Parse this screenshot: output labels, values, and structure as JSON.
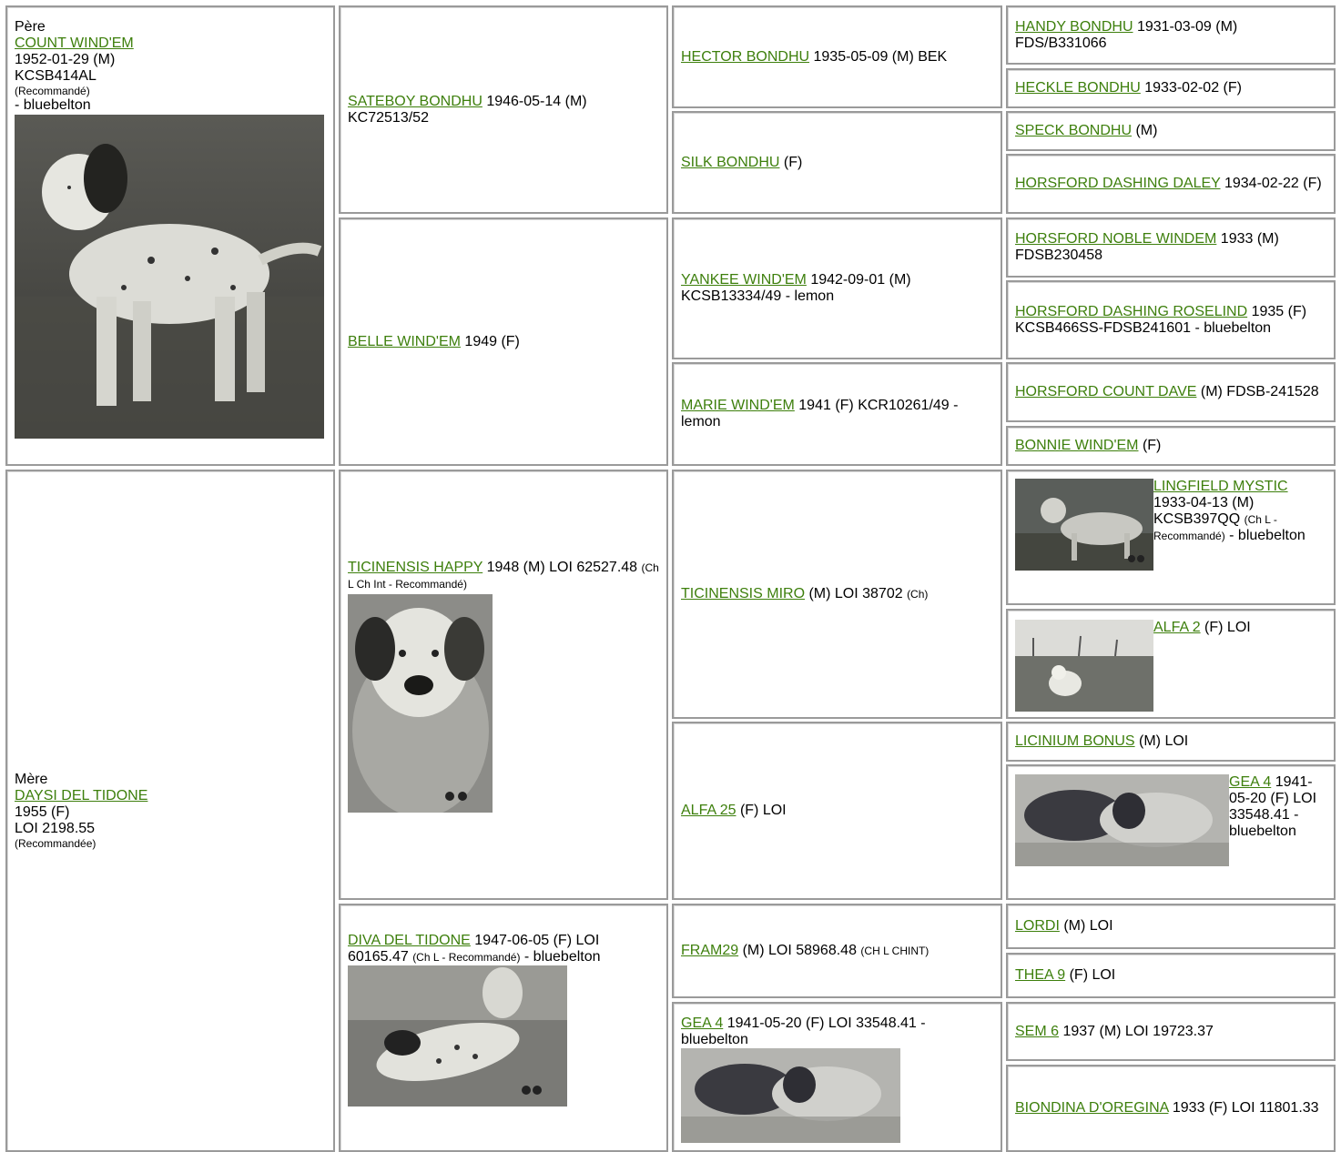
{
  "sire": {
    "role": "Père",
    "name": "COUNT WIND'EM",
    "date_sex": "1952-01-29 (M)",
    "reg": "KCSB414AL",
    "note": "(Recommandé)",
    "color": "- bluebelton"
  },
  "dam": {
    "role": "Mère",
    "name": "DAYSI DEL TIDONE",
    "date_sex": "1955 (F)",
    "reg": "LOI 2198.55",
    "note": "(Recommandée)"
  },
  "gen2": {
    "sateboy": {
      "name": "SATEBOY BONDHU",
      "info": " 1946-05-14 (M) KC72513/52"
    },
    "belle": {
      "name": "BELLE WIND'EM",
      "info": " 1949 (F)"
    },
    "ticinensis_happy": {
      "name": "TICINENSIS HAPPY",
      "info": " 1948 (M) LOI 62527.48 ",
      "small": "(Ch L Ch Int - Recommandé)"
    },
    "diva": {
      "name": "DIVA DEL TIDONE",
      "info": " 1947-06-05 (F) LOI 60165.47 ",
      "small": "(Ch L - Recommandé)",
      "tail": " - bluebelton"
    }
  },
  "gen3": {
    "hector": {
      "name": "HECTOR BONDHU",
      "info": " 1935-05-09 (M) BEK"
    },
    "silk": {
      "name": "SILK BONDHU",
      "info": " (F)"
    },
    "yankee": {
      "name": "YANKEE WIND'EM",
      "info": " 1942-09-01 (M) KCSB13334/49 - lemon"
    },
    "marie": {
      "name": "MARIE WIND'EM",
      "info": " 1941 (F) KCR10261/49 - lemon"
    },
    "miro": {
      "name": "TICINENSIS MIRO",
      "info": " (M) LOI 38702 ",
      "small": "(Ch)"
    },
    "alfa25": {
      "name": "ALFA 25",
      "info": " (F) LOI"
    },
    "fram": {
      "name": "FRAM29",
      "info": " (M) LOI 58968.48 ",
      "small": "(CH L CHINT)"
    },
    "gea4": {
      "name": "GEA 4",
      "info": " 1941-05-20 (F) LOI 33548.41 - bluebelton"
    }
  },
  "gen4": {
    "handy": {
      "name": "HANDY BONDHU",
      "info": " 1931-03-09 (M) FDS/B331066"
    },
    "heckle": {
      "name": "HECKLE BONDHU",
      "info": " 1933-02-02 (F)"
    },
    "speck": {
      "name": "SPECK BONDHU",
      "info": " (M)"
    },
    "daley": {
      "name": "HORSFORD DASHING DALEY",
      "info": " 1934-02-22 (F)"
    },
    "noble": {
      "name": "HORSFORD NOBLE WINDEM",
      "info": " 1933 (M) FDSB230458"
    },
    "roselind": {
      "name": "HORSFORD DASHING ROSELIND",
      "info": " 1935 (F) KCSB466SS-FDSB241601 - bluebelton"
    },
    "dave": {
      "name": "HORSFORD COUNT DAVE",
      "info": " (M) FDSB-241528"
    },
    "bonnie": {
      "name": "BONNIE WIND'EM",
      "info": " (F)"
    },
    "lingfield": {
      "name": "LINGFIELD MYSTIC",
      "info": " 1933-04-13 (M) KCSB397QQ ",
      "small": "(Ch L - Recommandé)",
      "tail": " - bluebelton"
    },
    "alfa2": {
      "name": "ALFA 2",
      "info": " (F) LOI"
    },
    "licinium": {
      "name": "LICINIUM BONUS",
      "info": " (M) LOI"
    },
    "gea4b": {
      "name": "GEA 4",
      "info": " 1941-05-20 (F) LOI 33548.41 - bluebelton"
    },
    "lordi": {
      "name": "LORDI",
      "info": " (M) LOI"
    },
    "thea": {
      "name": "THEA 9",
      "info": " (F) LOI"
    },
    "sem": {
      "name": "SEM 6",
      "info": " 1937 (M) LOI 19723.37"
    },
    "biondina": {
      "name": "BIONDINA D'OREGINA",
      "info": " 1933 (F) LOI 11801.33"
    }
  },
  "icons": {
    "photo": "dog-photo"
  }
}
